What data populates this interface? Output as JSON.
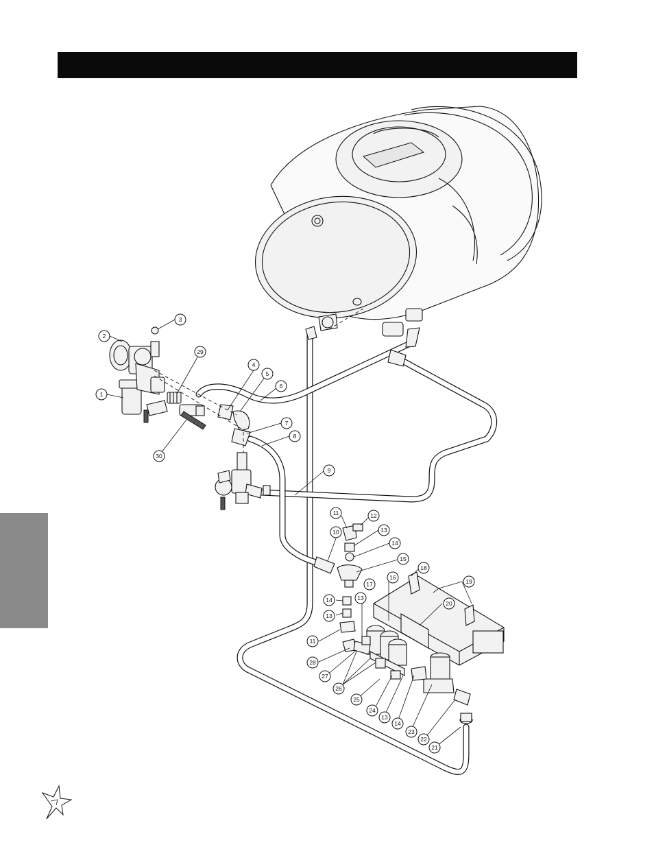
{
  "header": {
    "title": ""
  },
  "side_tab": {
    "label": ""
  },
  "callouts": [
    {
      "id": "c1",
      "label": "1"
    },
    {
      "id": "c2",
      "label": "2"
    },
    {
      "id": "c3",
      "label": "3"
    },
    {
      "id": "c4",
      "label": "4"
    },
    {
      "id": "c5",
      "label": "5"
    },
    {
      "id": "c6",
      "label": "6"
    },
    {
      "id": "c7",
      "label": "7"
    },
    {
      "id": "c8",
      "label": "8"
    },
    {
      "id": "c9",
      "label": "9"
    },
    {
      "id": "c10",
      "label": "10"
    },
    {
      "id": "c11a",
      "label": "11"
    },
    {
      "id": "c12",
      "label": "12"
    },
    {
      "id": "c13a",
      "label": "13"
    },
    {
      "id": "c14a",
      "label": "14"
    },
    {
      "id": "c15",
      "label": "15"
    },
    {
      "id": "c16",
      "label": "16"
    },
    {
      "id": "c17",
      "label": "17"
    },
    {
      "id": "c18",
      "label": "18"
    },
    {
      "id": "c19",
      "label": "19"
    },
    {
      "id": "c20",
      "label": "20"
    },
    {
      "id": "c14b",
      "label": "14"
    },
    {
      "id": "c13b",
      "label": "13"
    },
    {
      "id": "c13c",
      "label": "13"
    },
    {
      "id": "c11b",
      "label": "11"
    },
    {
      "id": "c28",
      "label": "28"
    },
    {
      "id": "c27",
      "label": "27"
    },
    {
      "id": "c26",
      "label": "26"
    },
    {
      "id": "c25",
      "label": "25"
    },
    {
      "id": "c24",
      "label": "24"
    },
    {
      "id": "c13d",
      "label": "13"
    },
    {
      "id": "c14c",
      "label": "14"
    },
    {
      "id": "c23",
      "label": "23"
    },
    {
      "id": "c22",
      "label": "22"
    },
    {
      "id": "c21",
      "label": "21"
    },
    {
      "id": "c29",
      "label": "29"
    },
    {
      "id": "c30",
      "label": "30"
    }
  ],
  "logo": {
    "icon": "star-burst-logo-icon"
  }
}
